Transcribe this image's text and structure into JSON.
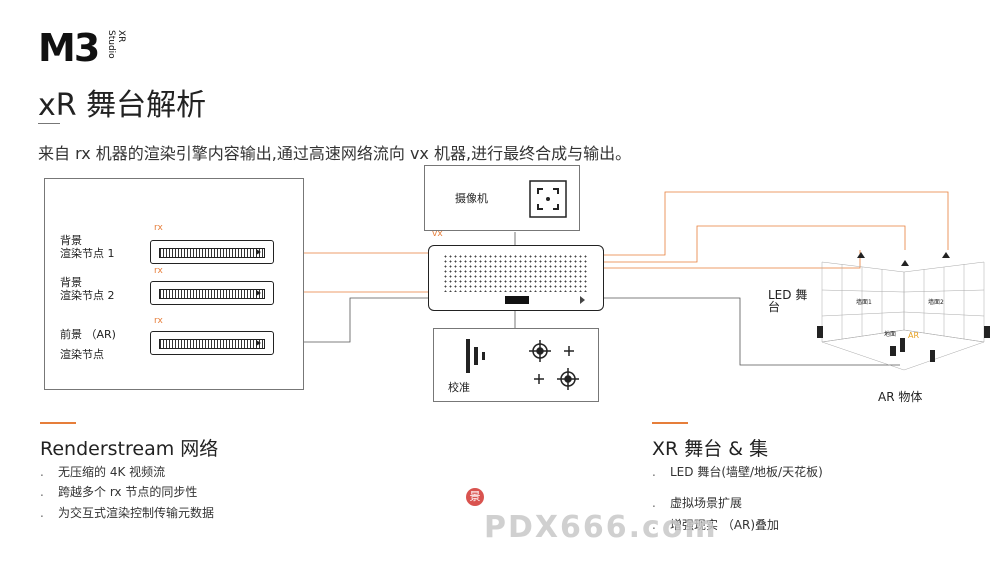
{
  "logo": {
    "mark": "M3",
    "sub": "XR Studio"
  },
  "header": {
    "title": "xR 舞台解析",
    "subtitle": "来自 rx 机器的渲染引擎内容输出,通过高速网络流向 vx 机器,进行最终合成与输出。"
  },
  "diagram": {
    "nodes": [
      {
        "rx": "rx",
        "line1": "背景",
        "line2": "渲染节点 1"
      },
      {
        "rx": "rx",
        "line1": "背景",
        "line2": "渲染节点 2"
      },
      {
        "rx": "rx",
        "line1": "前景 （AR)",
        "line2": "渲染节点"
      }
    ],
    "camera_label": "摄像机",
    "vx_label": "vx",
    "calib_label": "校准",
    "led_label": "LED 舞\n台",
    "wall1": "墙面1",
    "wall2": "墙面2",
    "floor": "地面",
    "ar_tag": "AR",
    "ar_label": "AR 物体"
  },
  "renderstream": {
    "title": "Renderstream 网络",
    "items": [
      "无压缩的 4K 视频流",
      "跨越多个 rx 节点的同步性",
      "为交互式渲染控制传输元数据"
    ]
  },
  "xr_stage": {
    "title": "XR 舞台 & 集",
    "items": [
      "LED 舞台(墙壁/地板/天花板)",
      "虚拟场景扩展",
      "增强现实 （AR)叠加"
    ]
  },
  "watermark": {
    "brand": "PDX666.com",
    "seal": "景"
  },
  "colors": {
    "accent": "#e67e3a",
    "line": "#555555"
  }
}
